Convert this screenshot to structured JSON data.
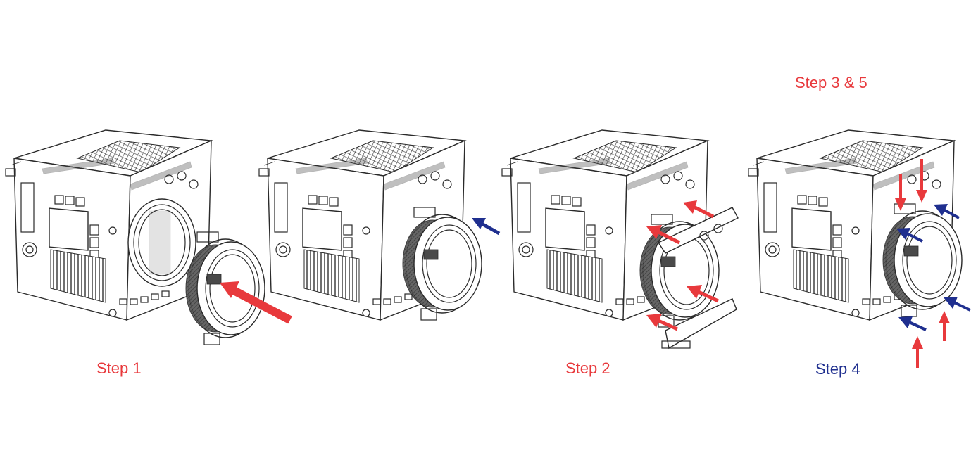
{
  "steps": {
    "step1": "Step 1",
    "step2": "Step 2",
    "step3_5": "Step 3 & 5",
    "step4": "Step 4"
  },
  "colors": {
    "red": "#e8393c",
    "blue": "#1f2f8f"
  },
  "icons": [
    "camera-body-illustration",
    "lens-mount-adapter",
    "locking-clamp",
    "red-arrow",
    "blue-arrow"
  ]
}
